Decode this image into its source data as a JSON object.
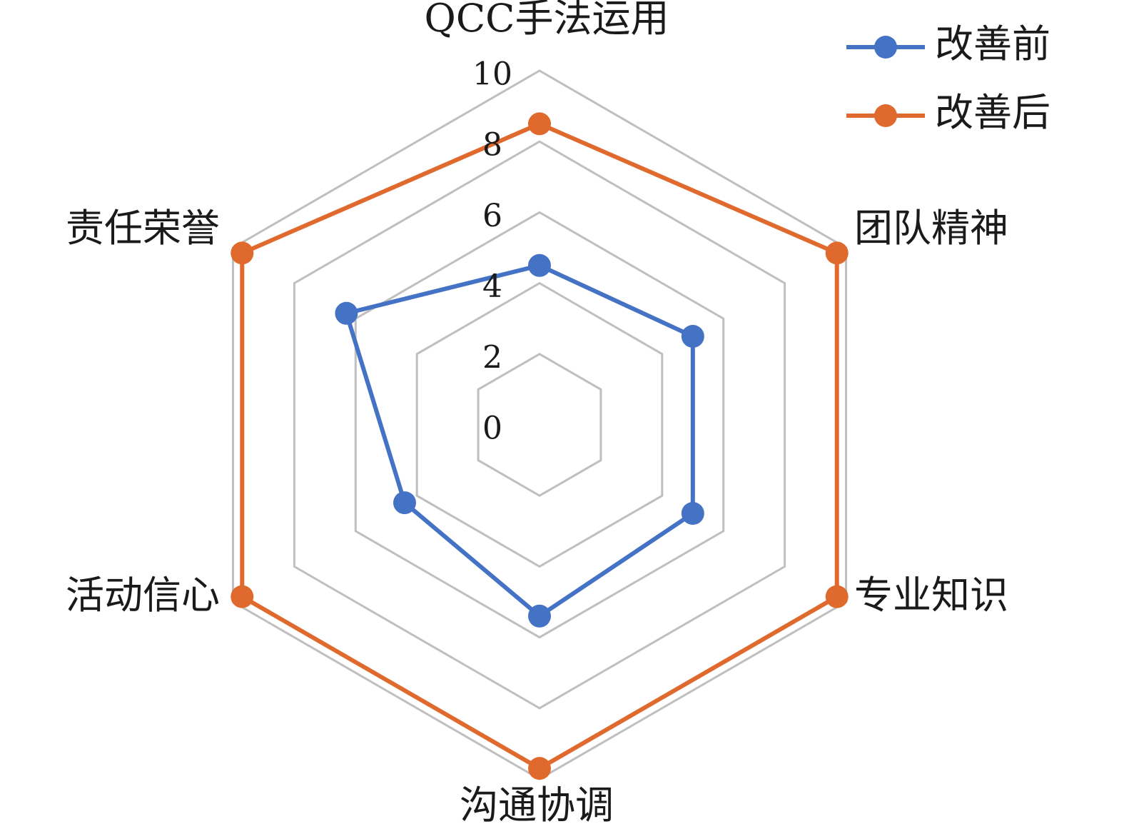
{
  "chart_data": {
    "type": "radar",
    "axes": [
      "QCC手法运用",
      "团队精神",
      "专业知识",
      "沟通协调",
      "活动信心",
      "责任荣誉"
    ],
    "r_ticks": [
      0,
      2,
      4,
      6,
      8,
      10
    ],
    "r_range": [
      0,
      10
    ],
    "grid": true,
    "legend_position": "top-right",
    "series": [
      {
        "name": "改善前",
        "values": [
          4.5,
          5.0,
          5.0,
          5.4,
          4.4,
          6.3
        ],
        "color": "#4472C4"
      },
      {
        "name": "改善后",
        "values": [
          8.5,
          9.7,
          9.7,
          9.7,
          9.7,
          9.7
        ],
        "color": "#E06A2E"
      }
    ]
  }
}
